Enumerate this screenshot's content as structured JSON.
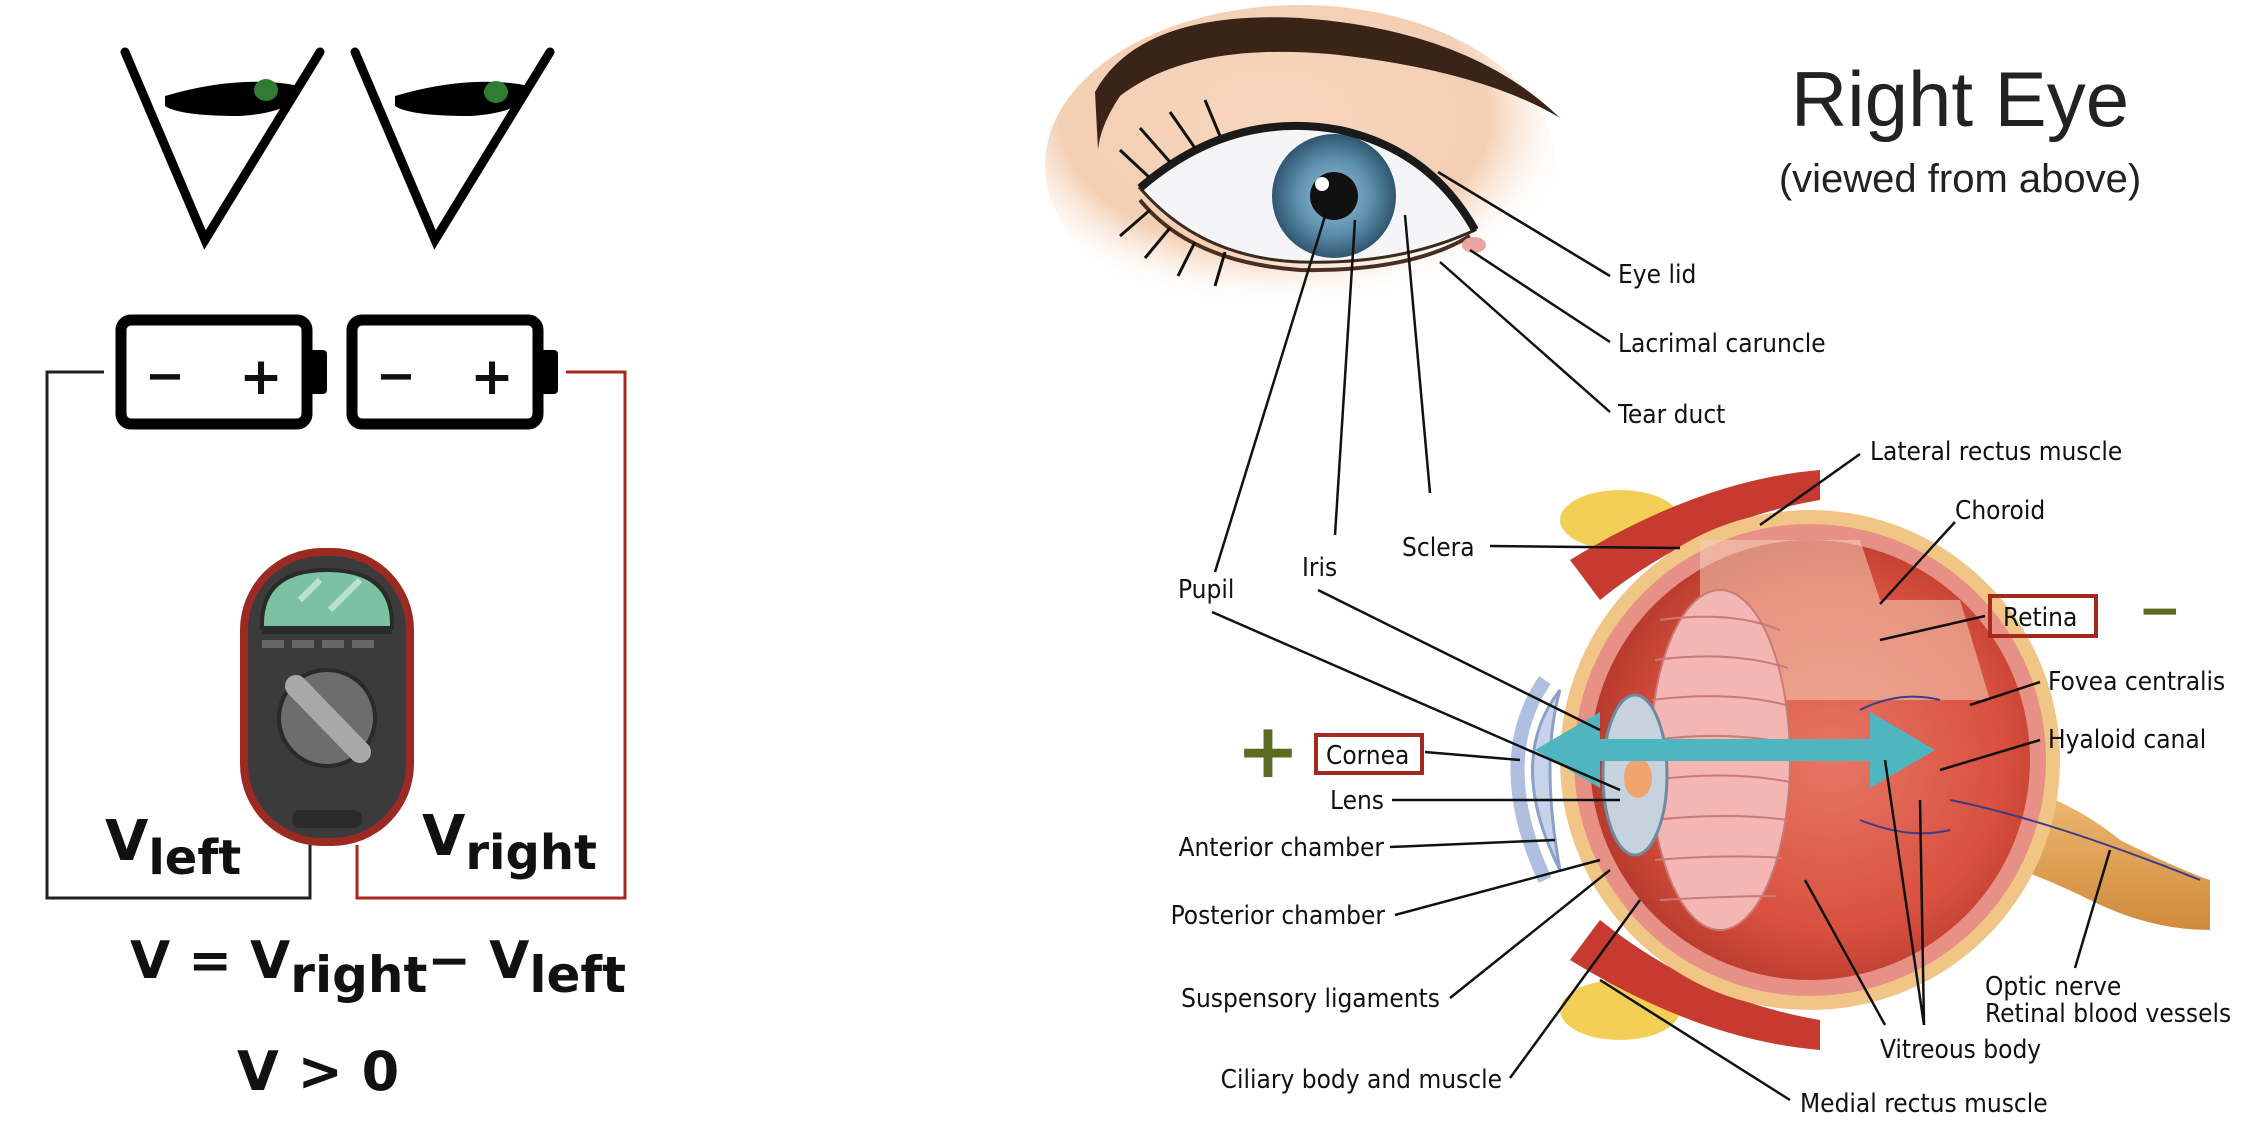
{
  "left": {
    "battery_minus": "−",
    "battery_plus": "+",
    "v_left_main": "V",
    "v_left_sub": "left",
    "v_right_main": "V",
    "v_right_sub": "right",
    "formula": {
      "v": "V",
      "eq": " = ",
      "v1": "V",
      "sub1": "right",
      "minus": "− ",
      "v2": "V",
      "sub2": "left"
    },
    "inequality": "V > 0"
  },
  "right": {
    "title": "Right Eye",
    "subtitle": "(viewed from above)",
    "labels": {
      "eye_lid": "Eye lid",
      "lacrimal_caruncle": "Lacrimal caruncle",
      "tear_duct": "Tear duct",
      "lateral_rectus": "Lateral rectus muscle",
      "choroid": "Choroid",
      "retina": "Retina",
      "fovea": "Fovea centralis",
      "hyaloid": "Hyaloid canal",
      "optic_nerve": "Optic nerve",
      "retinal_vessels": "Retinal blood vessels",
      "vitreous": "Vitreous body",
      "medial_rectus": "Medial rectus muscle",
      "ciliary": "Ciliary body and muscle",
      "suspensory": "Suspensory ligaments",
      "posterior": "Posterior chamber",
      "anterior": "Anterior chamber",
      "lens": "Lens",
      "cornea": "Cornea",
      "pupil": "Pupil",
      "iris": "Iris",
      "sclera": "Sclera"
    },
    "retina_sign": "−",
    "cornea_sign": "+"
  },
  "colors": {
    "wire_red": "#a8281d",
    "label_box": "#a32a21",
    "arrow": "#4fb6c0",
    "sign": "#5a6b22",
    "pupil_dot": "#2e7d32"
  }
}
